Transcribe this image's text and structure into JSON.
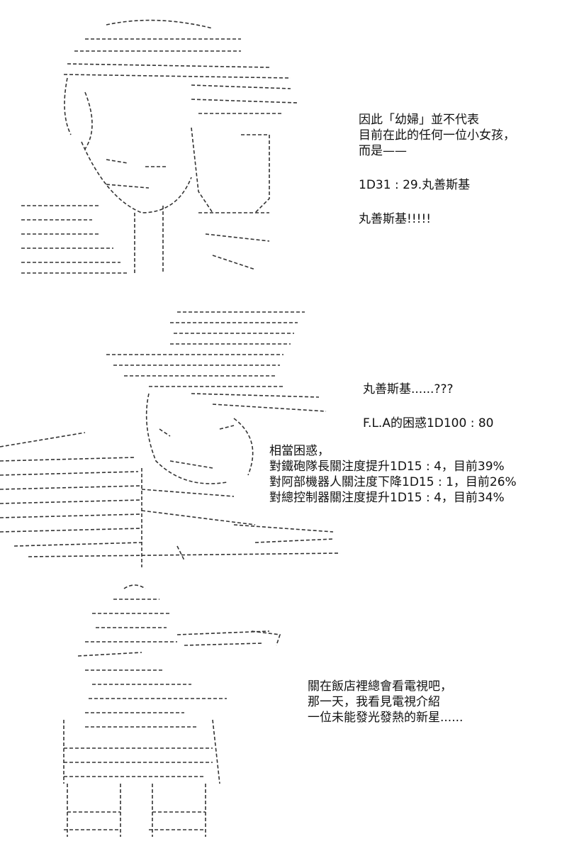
{
  "panels": [
    {
      "art": "ascii-art-girl-with-hat",
      "lines": [
        "因此「幼婦」並不代表",
        "目前在此的任何一位小女孩，",
        "而是——",
        "1D31 : 29.丸善斯基",
        "丸善斯基!!!!!"
      ]
    },
    {
      "art": "ascii-art-girl-looking-sideways",
      "lines_top": [
        "丸善斯基......???",
        "F.L.A的困惑1D100 : 80"
      ],
      "lines_bottom": [
        "相當困惑，",
        "對鐵砲隊長關注度提升1D15 : 4，目前39%",
        "對阿部機器人關注度下降1D15 : 1，目前26%",
        "對總控制器關注度提升1D15 : 4，目前34%"
      ]
    },
    {
      "art": "ascii-art-figure-pointing",
      "lines": [
        "關在飯店裡總會看電視吧，",
        "那一天，我看見電視介紹",
        "一位未能發光發熱的新星......"
      ]
    }
  ]
}
